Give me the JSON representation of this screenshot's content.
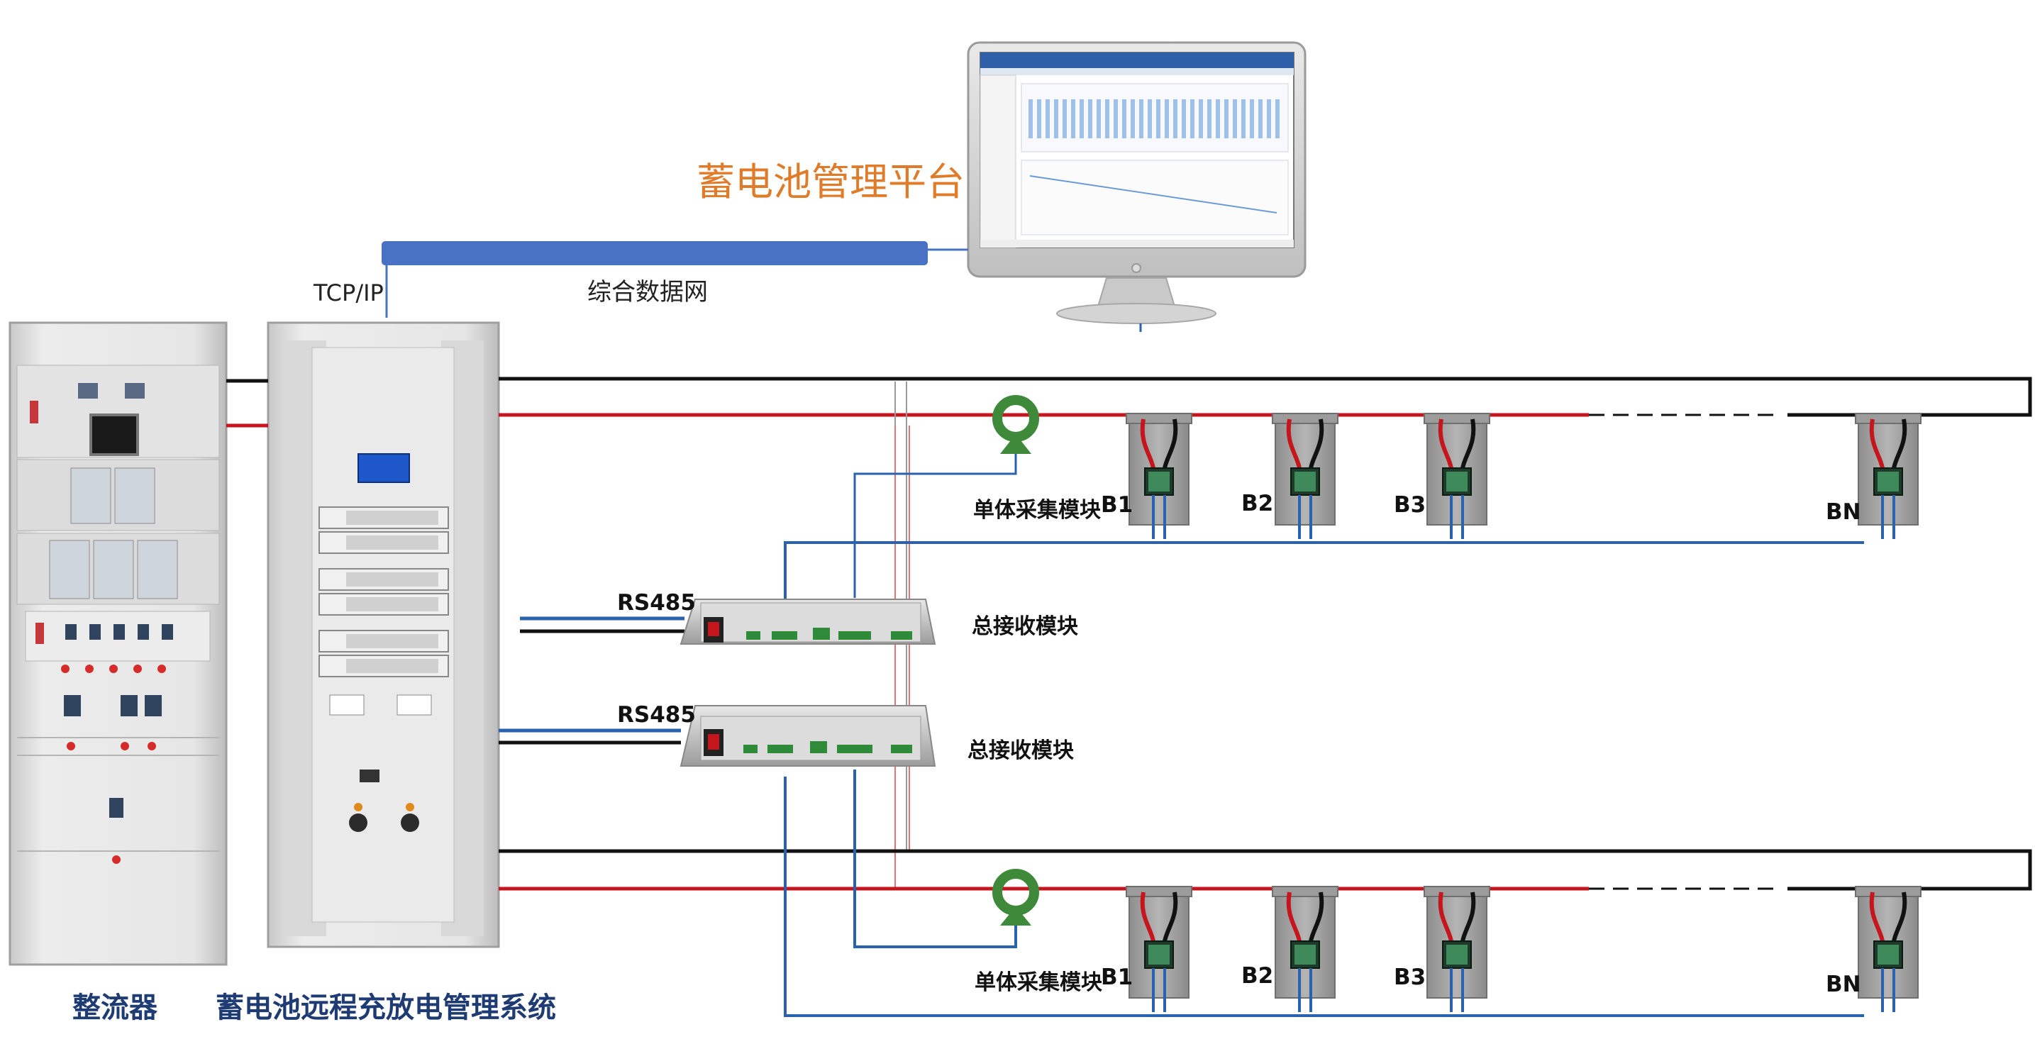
{
  "labels": {
    "platform_title": "蓄电池管理平台",
    "network": "综合数据网",
    "protocol": "TCP/IP",
    "rs485_top": "RS485",
    "rs485_bottom": "RS485",
    "receiver_top": "总接收模块",
    "receiver_bottom": "总接收模块",
    "collector_top": "单体采集模块",
    "collector_bottom": "单体采集模块",
    "rectifier_caption": "整流器",
    "system_caption": "蓄电池远程充放电管理系统"
  },
  "battery_strings": [
    {
      "cells": [
        "B1",
        "B2",
        "B3",
        "BN"
      ]
    },
    {
      "cells": [
        "B1",
        "B2",
        "B3",
        "BN"
      ]
    }
  ],
  "colors": {
    "network_bar": "#4a72c4",
    "title_orange": "#e07b2a",
    "caption_navy": "#1f3b73",
    "wire_red": "#c4161c",
    "wire_black": "#111111",
    "wire_blue": "#2a62b0",
    "sensor_green": "#3e8a3a"
  },
  "icons": [
    "monitor-icon",
    "cabinet-icon",
    "receiver-module-icon",
    "current-sensor-icon",
    "battery-icon"
  ]
}
